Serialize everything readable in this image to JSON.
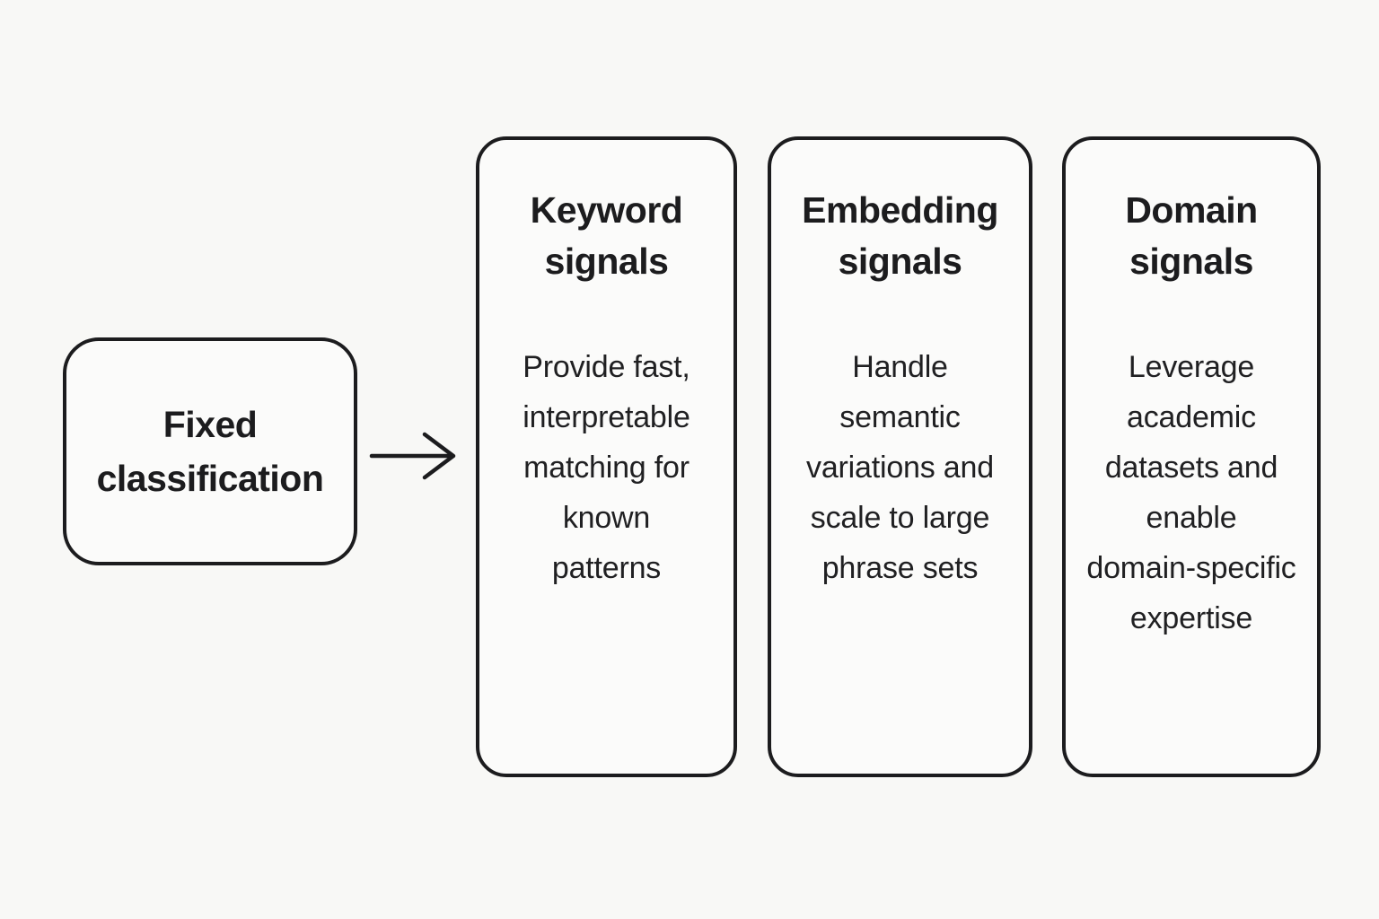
{
  "palette": {
    "background": "#f8f8f6",
    "card_fill": "#fbfbfa",
    "stroke": "#1c1c1e",
    "text": "#1c1c1e"
  },
  "source_node": {
    "label": "Fixed\nclassification"
  },
  "arrow": {
    "direction": "right"
  },
  "cards": [
    {
      "title": "Keyword\nsignals",
      "body": "Provide fast,\ninterpretable\nmatching for\nknown\npatterns"
    },
    {
      "title": "Embedding\nsignals",
      "body": "Handle\nsemantic\nvariations and\nscale to large\nphrase sets"
    },
    {
      "title": "Domain\nsignals",
      "body": "Leverage\nacademic\ndatasets and\nenable\ndomain-specific\nexpertise"
    }
  ]
}
